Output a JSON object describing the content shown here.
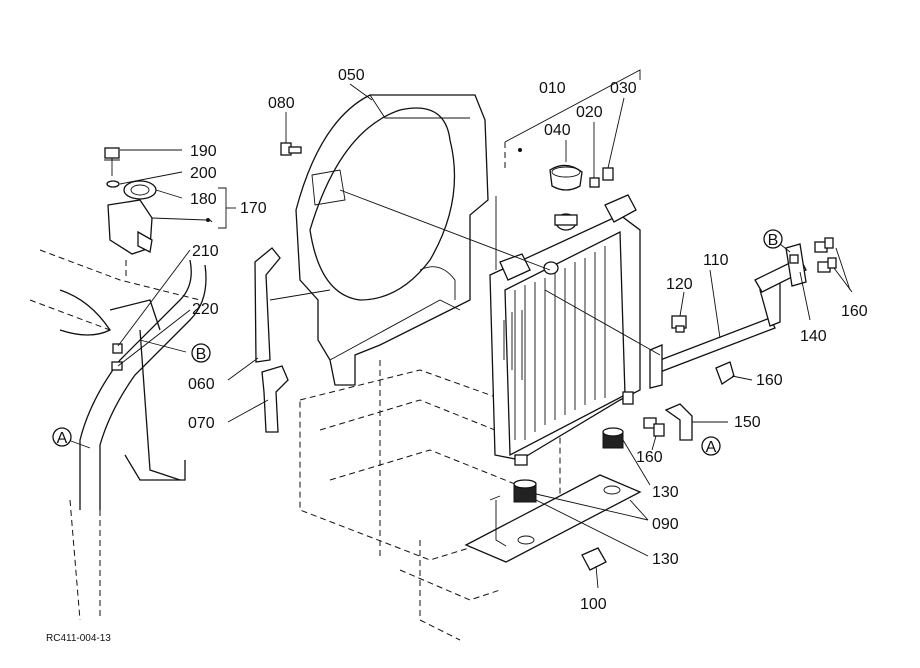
{
  "parts": {
    "p010": "010",
    "p020": "020",
    "p030": "030",
    "p040": "040",
    "p050": "050",
    "p060": "060",
    "p070": "070",
    "p080": "080",
    "p090": "090",
    "p100": "100",
    "p110": "110",
    "p120": "120",
    "p130a": "130",
    "p130b": "130",
    "p140": "140",
    "p150": "150",
    "p160a": "160",
    "p160b": "160",
    "p160c": "160",
    "p170": "170",
    "p180": "180",
    "p190": "190",
    "p200": "200",
    "p210": "210",
    "p220": "220"
  },
  "refs": {
    "a_left": "A",
    "a_right": "A",
    "b_left": "B",
    "b_right": "B"
  },
  "code": "RC411-004-13"
}
